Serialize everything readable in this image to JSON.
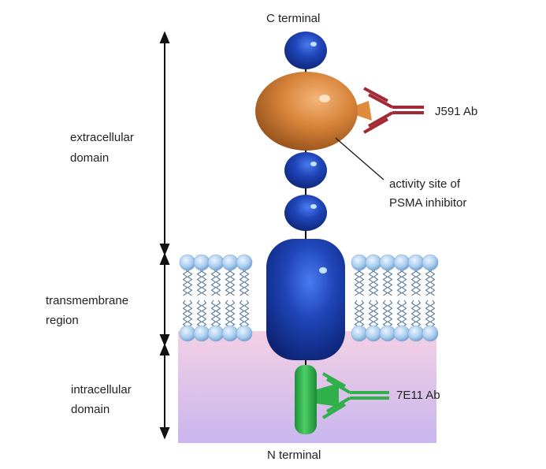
{
  "labels": {
    "c_terminal": "C terminal",
    "n_terminal": "N terminal",
    "extracellular_line1": "extracellular",
    "extracellular_line2": "domain",
    "transmembrane_line1": "transmembrane",
    "transmembrane_line2": "region",
    "intracellular_line1": "intracellular",
    "intracellular_line2": "domain",
    "j591": "J591 Ab",
    "activity_line1": "activity site of",
    "activity_line2": "PSMA inhibitor",
    "e711": "7E11 Ab"
  },
  "colors": {
    "protein_blue": "#1d3fa8",
    "catalytic_orange": "#d9843a",
    "j591_antibody": "#a32a35",
    "e711_antibody": "#2fb04a",
    "membrane_lipid": "#a9cdee",
    "cytoplasm_gradient_top": "#f2cde3",
    "cytoplasm_gradient_bottom": "#c8b4ec"
  }
}
